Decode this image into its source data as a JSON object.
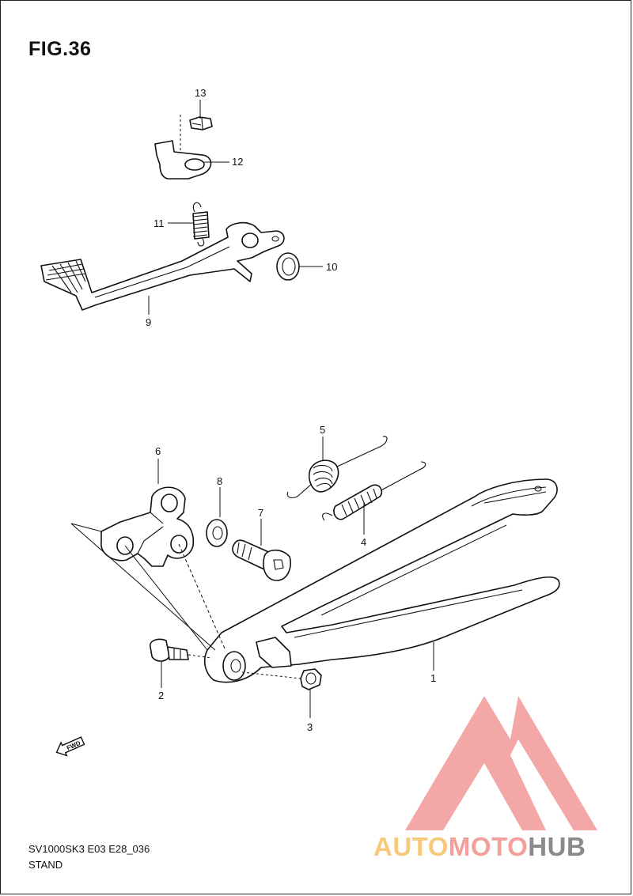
{
  "figure": {
    "title": "FIG.36",
    "code": "SV1000SK3 E03 E28_036",
    "section": "STAND"
  },
  "callouts": [
    "1",
    "2",
    "3",
    "4",
    "5",
    "6",
    "7",
    "8",
    "9",
    "10",
    "11",
    "12",
    "13"
  ],
  "direction_marker": {
    "label": "FWD",
    "icon": "forward-arrow-icon"
  },
  "watermark": {
    "part1": "AUTO",
    "part2": "MOTO",
    "part3": "HUB",
    "colors": {
      "auto": "#f7c97a",
      "moto": "#f4a09a",
      "hub": "#8a8a8a",
      "logo": "#f08a8a"
    }
  }
}
